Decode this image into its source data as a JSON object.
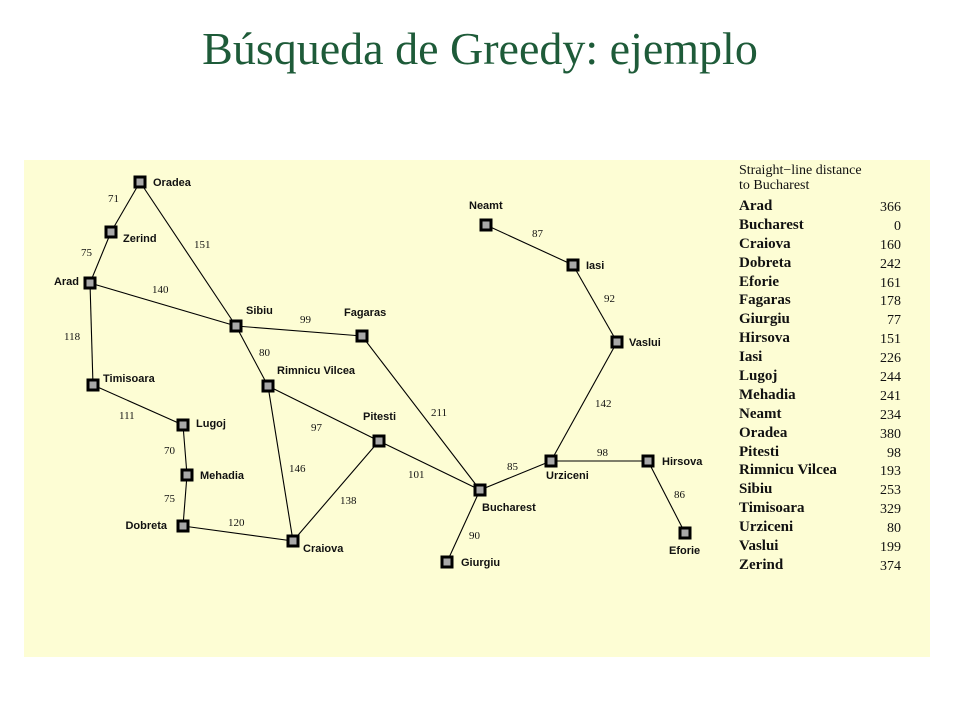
{
  "title": "Búsqueda de Greedy: ejemplo",
  "map": {
    "cities": [
      {
        "id": "oradea",
        "name": "Oradea"
      },
      {
        "id": "zerind",
        "name": "Zerind"
      },
      {
        "id": "arad",
        "name": "Arad"
      },
      {
        "id": "timisoara",
        "name": "Timisoara"
      },
      {
        "id": "lugoj",
        "name": "Lugoj"
      },
      {
        "id": "mehadia",
        "name": "Mehadia"
      },
      {
        "id": "dobreta",
        "name": "Dobreta"
      },
      {
        "id": "craiova",
        "name": "Craiova"
      },
      {
        "id": "sibiu",
        "name": "Sibiu"
      },
      {
        "id": "rimnicu",
        "name": "Rimnicu Vilcea"
      },
      {
        "id": "fagaras",
        "name": "Fagaras"
      },
      {
        "id": "pitesti",
        "name": "Pitesti"
      },
      {
        "id": "bucharest",
        "name": "Bucharest"
      },
      {
        "id": "giurgiu",
        "name": "Giurgiu"
      },
      {
        "id": "urziceni",
        "name": "Urziceni"
      },
      {
        "id": "hirsova",
        "name": "Hirsova"
      },
      {
        "id": "eforie",
        "name": "Eforie"
      },
      {
        "id": "vaslui",
        "name": "Vaslui"
      },
      {
        "id": "iasi",
        "name": "Iasi"
      },
      {
        "id": "neamt",
        "name": "Neamt"
      }
    ],
    "roads": [
      {
        "from": "oradea",
        "to": "zerind",
        "distance": "71"
      },
      {
        "from": "zerind",
        "to": "arad",
        "distance": "75"
      },
      {
        "from": "oradea",
        "to": "sibiu",
        "distance": "151"
      },
      {
        "from": "arad",
        "to": "sibiu",
        "distance": "140"
      },
      {
        "from": "arad",
        "to": "timisoara",
        "distance": "118"
      },
      {
        "from": "timisoara",
        "to": "lugoj",
        "distance": "111"
      },
      {
        "from": "lugoj",
        "to": "mehadia",
        "distance": "70"
      },
      {
        "from": "mehadia",
        "to": "dobreta",
        "distance": "75"
      },
      {
        "from": "dobreta",
        "to": "craiova",
        "distance": "120"
      },
      {
        "from": "sibiu",
        "to": "fagaras",
        "distance": "99"
      },
      {
        "from": "sibiu",
        "to": "rimnicu",
        "distance": "80"
      },
      {
        "from": "rimnicu",
        "to": "pitesti",
        "distance": "97"
      },
      {
        "from": "rimnicu",
        "to": "craiova",
        "distance": "146"
      },
      {
        "from": "craiova",
        "to": "pitesti",
        "distance": "138"
      },
      {
        "from": "fagaras",
        "to": "bucharest",
        "distance": "211"
      },
      {
        "from": "pitesti",
        "to": "bucharest",
        "distance": "101"
      },
      {
        "from": "bucharest",
        "to": "giurgiu",
        "distance": "90"
      },
      {
        "from": "bucharest",
        "to": "urziceni",
        "distance": "85"
      },
      {
        "from": "urziceni",
        "to": "hirsova",
        "distance": "98"
      },
      {
        "from": "hirsova",
        "to": "eforie",
        "distance": "86"
      },
      {
        "from": "urziceni",
        "to": "vaslui",
        "distance": "142"
      },
      {
        "from": "vaslui",
        "to": "iasi",
        "distance": "92"
      },
      {
        "from": "iasi",
        "to": "neamt",
        "distance": "87"
      }
    ]
  },
  "sld_table": {
    "header_line1": "Straight−line distance",
    "header_line2": "to Bucharest",
    "rows": [
      {
        "city": "Arad",
        "value": "366"
      },
      {
        "city": "Bucharest",
        "value": "0"
      },
      {
        "city": "Craiova",
        "value": "160"
      },
      {
        "city": "Dobreta",
        "value": "242"
      },
      {
        "city": "Eforie",
        "value": "161"
      },
      {
        "city": "Fagaras",
        "value": "178"
      },
      {
        "city": "Giurgiu",
        "value": "77"
      },
      {
        "city": "Hirsova",
        "value": "151"
      },
      {
        "city": "Iasi",
        "value": "226"
      },
      {
        "city": "Lugoj",
        "value": "244"
      },
      {
        "city": "Mehadia",
        "value": "241"
      },
      {
        "city": "Neamt",
        "value": "234"
      },
      {
        "city": "Oradea",
        "value": "380"
      },
      {
        "city": "Pitesti",
        "value": "98"
      },
      {
        "city": "Rimnicu Vilcea",
        "value": "193"
      },
      {
        "city": "Sibiu",
        "value": "253"
      },
      {
        "city": "Timisoara",
        "value": "329"
      },
      {
        "city": "Urziceni",
        "value": "80"
      },
      {
        "city": "Vaslui",
        "value": "199"
      },
      {
        "city": "Zerind",
        "value": "374"
      }
    ]
  }
}
